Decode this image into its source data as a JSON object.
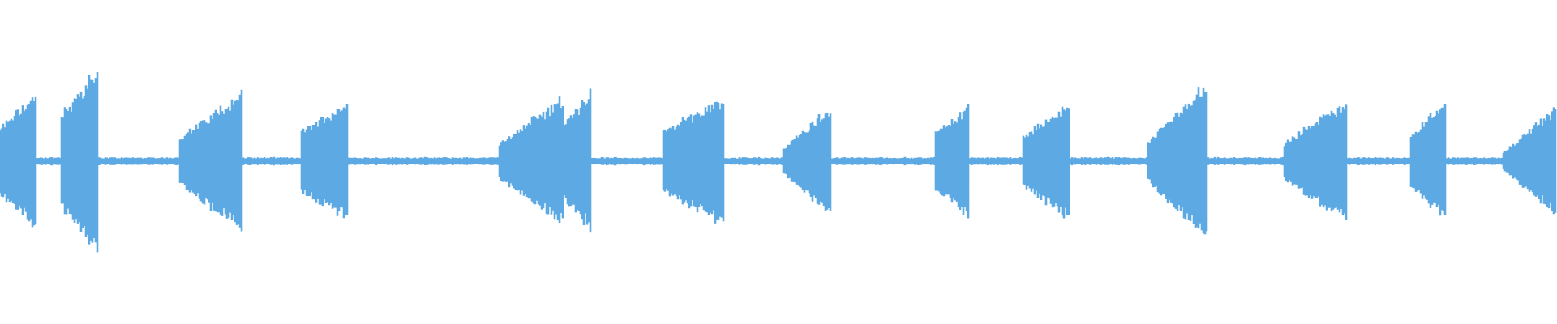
{
  "waveform": {
    "color": "#5DA9E3",
    "background": "#FFFFFF",
    "baseline_amplitude": 0.022,
    "segments": [
      {
        "start": 0.0,
        "end": 0.024,
        "amp_start": 0.22,
        "amp_end": 0.46
      },
      {
        "start": 0.04,
        "end": 0.064,
        "amp_start": 0.32,
        "amp_end": 0.62
      },
      {
        "start": 0.116,
        "end": 0.156,
        "amp_start": 0.16,
        "amp_end": 0.47
      },
      {
        "start": 0.194,
        "end": 0.224,
        "amp_start": 0.2,
        "amp_end": 0.41
      },
      {
        "start": 0.321,
        "end": 0.363,
        "amp_start": 0.12,
        "amp_end": 0.44
      },
      {
        "start": 0.363,
        "end": 0.38,
        "amp_start": 0.26,
        "amp_end": 0.48
      },
      {
        "start": 0.426,
        "end": 0.466,
        "amp_start": 0.2,
        "amp_end": 0.44
      },
      {
        "start": 0.503,
        "end": 0.534,
        "amp_start": 0.08,
        "amp_end": 0.37
      },
      {
        "start": 0.601,
        "end": 0.623,
        "amp_start": 0.2,
        "amp_end": 0.38
      },
      {
        "start": 0.657,
        "end": 0.688,
        "amp_start": 0.16,
        "amp_end": 0.4
      },
      {
        "start": 0.737,
        "end": 0.776,
        "amp_start": 0.12,
        "amp_end": 0.53
      },
      {
        "start": 0.825,
        "end": 0.866,
        "amp_start": 0.12,
        "amp_end": 0.42
      },
      {
        "start": 0.906,
        "end": 0.929,
        "amp_start": 0.16,
        "amp_end": 0.41
      },
      {
        "start": 0.966,
        "end": 1.0,
        "amp_start": 0.06,
        "amp_end": 0.36
      }
    ]
  }
}
